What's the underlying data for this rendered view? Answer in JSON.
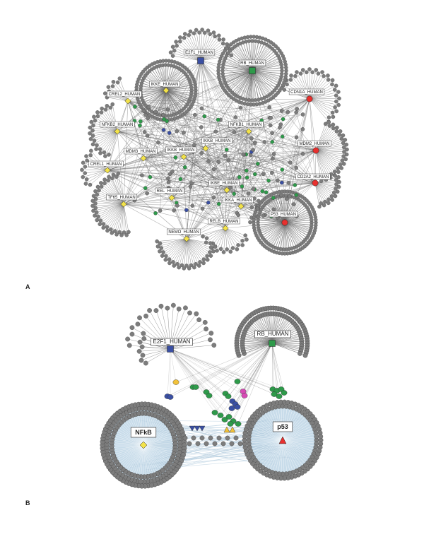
{
  "panels": [
    {
      "letter": "A"
    },
    {
      "letter": "B"
    }
  ],
  "panel_a": {
    "nodes": [
      {
        "id": "e2f1",
        "label": "E2F1_HUMAN",
        "shape": "square",
        "color": "#3a4fa3"
      },
      {
        "id": "rb",
        "label": "RB_HUMAN",
        "shape": "square",
        "color": "#2e9a4a"
      },
      {
        "id": "ikke",
        "label": "IKKE_HUMAN",
        "shape": "diamond",
        "color": "#f2e24a"
      },
      {
        "id": "crel2",
        "label": "CREL2_HUMAN",
        "shape": "diamond",
        "color": "#f2e24a"
      },
      {
        "id": "cdn1a",
        "label": "CDN1A_HUMAN",
        "shape": "circle",
        "color": "#e8302e"
      },
      {
        "id": "nfkb2",
        "label": "NFKB2_HUMAN",
        "shape": "diamond",
        "color": "#f2e24a"
      },
      {
        "id": "nfkb1",
        "label": "NFKB1_HUMAN",
        "shape": "diamond",
        "color": "#f2e24a"
      },
      {
        "id": "ikkb",
        "label": "IKKB_HUMAN",
        "shape": "diamond",
        "color": "#f2e24a"
      },
      {
        "id": "mdm2",
        "label": "MDM2_HUMAN",
        "shape": "circle",
        "color": "#e8302e"
      },
      {
        "id": "mdm3",
        "label": "MDM3_HUMAN",
        "shape": "diamond",
        "color": "#f2e24a"
      },
      {
        "id": "ikkb2",
        "label": "IKKB_HUMAN",
        "shape": "diamond",
        "color": "#f2e24a"
      },
      {
        "id": "crel1",
        "label": "CREL1_HUMAN",
        "shape": "diamond",
        "color": "#f2e24a"
      },
      {
        "id": "cd2a2",
        "label": "CD2A2_HUMAN",
        "shape": "circle",
        "color": "#e8302e"
      },
      {
        "id": "ikbe",
        "label": "IKBE_HUMAN",
        "shape": "diamond",
        "color": "#f2e24a"
      },
      {
        "id": "rel",
        "label": "REL_HUMAN",
        "shape": "diamond",
        "color": "#f2e24a"
      },
      {
        "id": "tf65",
        "label": "TF65_HUMAN",
        "shape": "diamond",
        "color": "#f2e24a"
      },
      {
        "id": "ikka",
        "label": "IKKA_HUMAN",
        "shape": "diamond",
        "color": "#f2e24a"
      },
      {
        "id": "p53",
        "label": "P53_HUMAN",
        "shape": "circle",
        "color": "#e8302e"
      },
      {
        "id": "relb",
        "label": "RELB_HUMAN",
        "shape": "diamond",
        "color": "#f2e24a"
      },
      {
        "id": "nemo",
        "label": "NEMO_HUMAN",
        "shape": "diamond",
        "color": "#f2e24a"
      }
    ]
  },
  "panel_b": {
    "nodes": [
      {
        "id": "e2f1",
        "label": "E2F1_HUMAN",
        "shape": "square",
        "color": "#3a4fa3"
      },
      {
        "id": "rb",
        "label": "RB_HUMAN",
        "shape": "square",
        "color": "#2e9a4a"
      },
      {
        "id": "nfkb",
        "label": "NFkB",
        "shape": "diamond",
        "color": "#f2e24a"
      },
      {
        "id": "p53",
        "label": "p53",
        "shape": "triangle",
        "color": "#e8302e"
      }
    ]
  },
  "colors": {
    "node_gray": "#7d7d7d",
    "edge_gray": "#6a6a6a",
    "edge_light": "#b7cfe0",
    "hub_fill": "#c8dcea",
    "green": "#2e9a4a",
    "blue": "#3a4fa3",
    "yellow": "#f2c23a",
    "magenta": "#d64ab4",
    "red": "#e8302e"
  }
}
